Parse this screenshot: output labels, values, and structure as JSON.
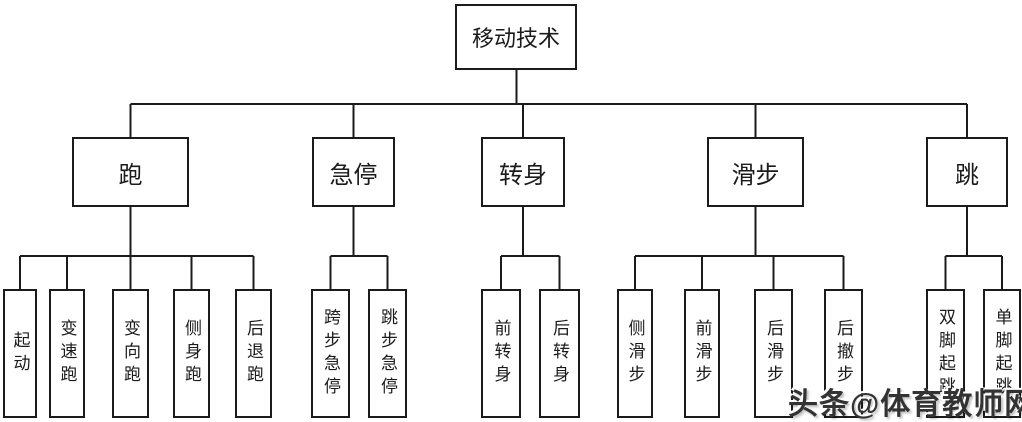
{
  "diagram": {
    "root": {
      "label": "移动技术"
    },
    "branches": [
      {
        "label": "跑",
        "children": [
          {
            "label": "起动"
          },
          {
            "label": "变速跑"
          },
          {
            "label": "变向跑"
          },
          {
            "label": "侧身跑"
          },
          {
            "label": "后退跑"
          }
        ]
      },
      {
        "label": "急停",
        "children": [
          {
            "label": "跨步急停"
          },
          {
            "label": "跳步急停"
          }
        ]
      },
      {
        "label": "转身",
        "children": [
          {
            "label": "前转身"
          },
          {
            "label": "后转身"
          }
        ]
      },
      {
        "label": "滑步",
        "children": [
          {
            "label": "侧滑步"
          },
          {
            "label": "前滑步"
          },
          {
            "label": "后滑步"
          },
          {
            "label": "后撤步"
          }
        ]
      },
      {
        "label": "跳",
        "children": [
          {
            "label": "双脚起跳"
          },
          {
            "label": "单脚起跳"
          }
        ]
      }
    ]
  },
  "watermark": {
    "text": "头条@体育教师网"
  },
  "colors": {
    "background": "#ffffff",
    "line": "#1b1b1b",
    "text": "#1b1b1b",
    "watermark": "#333333"
  }
}
